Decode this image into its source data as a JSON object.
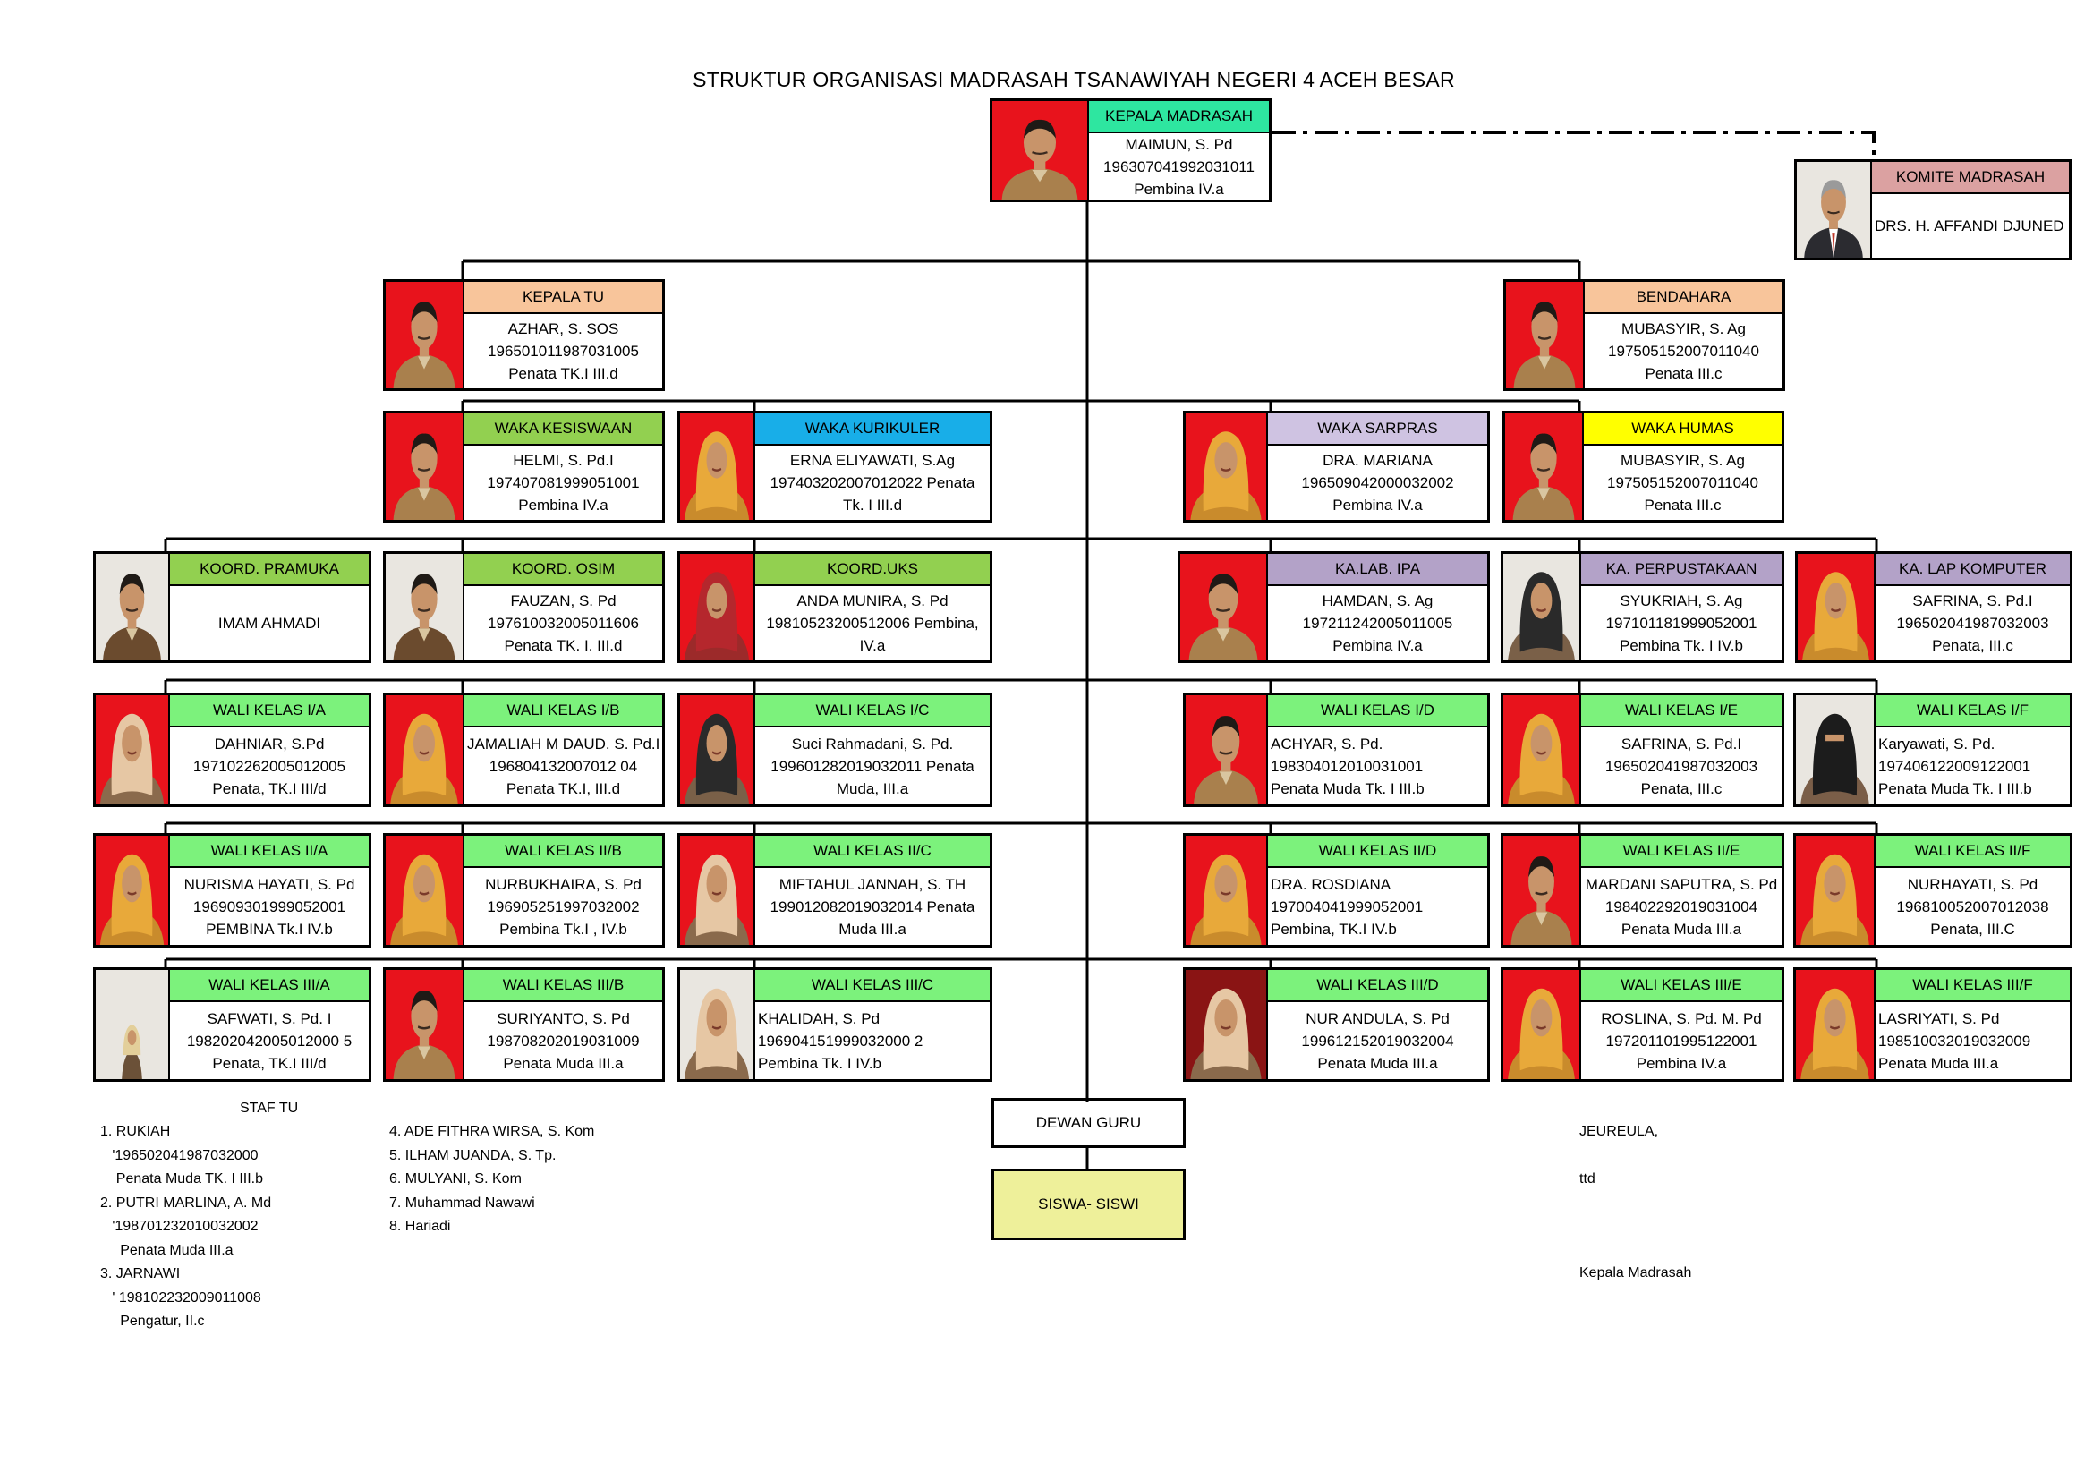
{
  "title": "STRUKTUR ORGANISASI MADRASAH TSANAWIYAH NEGERI 4 ACEH BESAR",
  "colors": {
    "kepala": "#2ee6a0",
    "komite": "#dba1a1",
    "tu": "#f8c59b",
    "kesiswaan": "#92d050",
    "kurikuler": "#18aee8",
    "sarpras": "#cfc3e2",
    "humas": "#ffff00",
    "koord": "#92d050",
    "lab": "#b3a2c8",
    "wali": "#7cf27c",
    "siswa": "#eef09a",
    "photo_red": "#e8131c",
    "photo_white": "#e9e6e0"
  },
  "boxes": [
    {
      "id": "kepala",
      "title": "KEPALA MADRASAH",
      "lines": [
        "MAIMUN, S. Pd",
        "196307041992031011",
        "Pembina IV.a"
      ],
      "color": "kepala",
      "photo": "red",
      "figure": "man-khaki"
    },
    {
      "id": "komite",
      "title": "KOMITE MADRASAH",
      "lines": [
        "DRS. H. AFFANDI DJUNED"
      ],
      "color": "komite",
      "photo": "white",
      "figure": "man-suit",
      "align": "left"
    },
    {
      "id": "tu",
      "title": "KEPALA TU",
      "lines": [
        "AZHAR, S. SOS",
        "196501011987031005",
        "Penata TK.I III.d"
      ],
      "color": "tu",
      "photo": "red",
      "figure": "man-khaki"
    },
    {
      "id": "bendahara",
      "title": "BENDAHARA",
      "lines": [
        "MUBASYIR, S. Ag",
        "197505152007011040",
        "Penata  III.c"
      ],
      "color": "tu",
      "photo": "red",
      "figure": "man-khaki"
    },
    {
      "id": "kesiswaan",
      "title": "WAKA KESISWAAN",
      "lines": [
        "HELMI, S. Pd.I",
        "197407081999051001",
        "Pembina IV.a"
      ],
      "color": "kesiswaan",
      "photo": "red",
      "figure": "man-khaki"
    },
    {
      "id": "kurikuler",
      "title": "WAKA KURIKULER",
      "lines": [
        "ERNA ELIYAWATI, S.Ag",
        "197403202007012022 Penata",
        "Tk. I III.d"
      ],
      "color": "kurikuler",
      "photo": "red",
      "figure": "woman-orange"
    },
    {
      "id": "sarpras",
      "title": "WAKA SARPRAS",
      "lines": [
        "DRA. MARIANA",
        "196509042000032002",
        "Pembina IV.a"
      ],
      "color": "sarpras",
      "photo": "red",
      "figure": "woman-orange"
    },
    {
      "id": "humas",
      "title": "WAKA HUMAS",
      "lines": [
        "MUBASYIR, S. Ag",
        "197505152007011040",
        "Penata III.c"
      ],
      "color": "humas",
      "photo": "red",
      "figure": "man-khaki"
    },
    {
      "id": "pramuka",
      "title": "KOORD. PRAMUKA",
      "lines": [
        "IMAM AHMADI"
      ],
      "color": "koord",
      "photo": "white",
      "figure": "man-brown"
    },
    {
      "id": "osim",
      "title": "KOORD. OSIM",
      "lines": [
        "FAUZAN, S. Pd",
        "197610032005011606",
        "Penata TK. I. III.d"
      ],
      "color": "koord",
      "photo": "white",
      "figure": "man-brown"
    },
    {
      "id": "uks",
      "title": "KOORD.UKS",
      "lines": [
        "ANDA MUNIRA, S. Pd",
        "19810523200512006 Pembina,",
        "IV.a"
      ],
      "color": "koord",
      "photo": "red",
      "figure": "woman-red"
    },
    {
      "id": "ipa",
      "title": "KA.LAB. IPA",
      "lines": [
        "HAMDAN, S. Ag",
        "197211242005011005",
        "Pembina IV.a"
      ],
      "color": "lab",
      "photo": "red",
      "figure": "man-khaki"
    },
    {
      "id": "perpus",
      "title": "KA. PERPUSTAKAAN",
      "lines": [
        "SYUKRIAH, S. Ag",
        "197101181999052001",
        "Pembina Tk. I IV.b"
      ],
      "color": "lab",
      "photo": "white",
      "figure": "woman-black"
    },
    {
      "id": "komputer",
      "title": "KA. LAP KOMPUTER",
      "lines": [
        "SAFRINA, S. Pd.I",
        "196502041987032003",
        "Penata, III.c"
      ],
      "color": "lab",
      "photo": "red",
      "figure": "woman-orange"
    },
    {
      "id": "w1a",
      "title": "WALI KELAS I/A",
      "lines": [
        "DAHNIAR, S.Pd",
        "197102262005012005",
        "Penata, TK.I III/d"
      ],
      "color": "wali",
      "photo": "red",
      "figure": "woman-beige"
    },
    {
      "id": "w1b",
      "title": "WALI KELAS I/B",
      "lines": [
        "JAMALIAH M DAUD. S. Pd.I",
        "196804132007012 04",
        "Penata TK.I, III.d"
      ],
      "color": "wali",
      "photo": "red",
      "figure": "woman-orange"
    },
    {
      "id": "w1c",
      "title": "WALI KELAS I/C",
      "lines": [
        "Suci Rahmadani, S. Pd.",
        "199601282019032011    Penata",
        "Muda, III.a"
      ],
      "color": "wali",
      "photo": "red",
      "figure": "woman-black"
    },
    {
      "id": "w1d",
      "title": "WALI KELAS I/D",
      "lines": [
        "ACHYAR, S. Pd.",
        "198304012010031001",
        "Penata Muda Tk. I III.b"
      ],
      "color": "wali",
      "photo": "red",
      "figure": "man-khaki",
      "align": "left"
    },
    {
      "id": "w1e",
      "title": "WALI KELAS I/E",
      "lines": [
        "SAFRINA, S. Pd.I",
        "196502041987032003",
        "Penata, III.c"
      ],
      "color": "wali",
      "photo": "red",
      "figure": "woman-orange"
    },
    {
      "id": "w1f",
      "title": "WALI KELAS I/F",
      "lines": [
        "Karyawati, S. Pd.",
        "197406122009122001",
        "Penata Muda Tk. I III.b"
      ],
      "color": "wali",
      "photo": "white",
      "figure": "woman-niqab",
      "align": "left"
    },
    {
      "id": "w2a",
      "title": "WALI KELAS II/A",
      "lines": [
        "NURISMA HAYATI, S. Pd",
        "196909301999052001",
        "PEMBINA Tk.I  IV.b"
      ],
      "color": "wali",
      "photo": "red",
      "figure": "woman-orange"
    },
    {
      "id": "w2b",
      "title": "WALI KELAS II/B",
      "lines": [
        "NURBUKHAIRA, S. Pd",
        "196905251997032002",
        "Pembina Tk.I , IV.b"
      ],
      "color": "wali",
      "photo": "red",
      "figure": "woman-orange"
    },
    {
      "id": "w2c",
      "title": "WALI KELAS II/C",
      "lines": [
        "MIFTAHUL JANNAH, S. TH",
        "199012082019032014  Penata",
        "Muda III.a"
      ],
      "color": "wali",
      "photo": "red",
      "figure": "woman-beige"
    },
    {
      "id": "w2d",
      "title": "WALI KELAS II/D",
      "lines": [
        "DRA. ROSDIANA",
        "197004041999052001",
        "Pembina, TK.I IV.b"
      ],
      "color": "wali",
      "photo": "red",
      "figure": "woman-orange",
      "align": "left"
    },
    {
      "id": "w2e",
      "title": "WALI KELAS II/E",
      "lines": [
        "MARDANI SAPUTRA, S. Pd",
        "198402292019031004",
        "Penata Muda III.a"
      ],
      "color": "wali",
      "photo": "red",
      "figure": "man-khaki"
    },
    {
      "id": "w2f",
      "title": "WALI KELAS II/F",
      "lines": [
        "NURHAYATI, S. Pd",
        "196810052007012038",
        "Penata, III.C"
      ],
      "color": "wali",
      "photo": "red",
      "figure": "woman-orange"
    },
    {
      "id": "w3a",
      "title": "WALI KELAS III/A",
      "lines": [
        "SAFWATI, S. Pd. I",
        "198202042005012000 5",
        "Penata, TK.I III/d"
      ],
      "color": "wali",
      "photo": "white",
      "figure": "woman-small"
    },
    {
      "id": "w3b",
      "title": "WALI KELAS III/B",
      "lines": [
        "SURIYANTO, S. Pd",
        "198708202019031009",
        "Penata Muda III.a"
      ],
      "color": "wali",
      "photo": "red",
      "figure": "man-khaki"
    },
    {
      "id": "w3c",
      "title": "WALI KELAS III/C",
      "lines": [
        "KHALIDAH, S. Pd",
        "196904151999032000 2",
        "Pembina Tk. I IV.b"
      ],
      "color": "wali",
      "photo": "white",
      "figure": "woman-beige",
      "align": "left"
    },
    {
      "id": "w3d",
      "title": "WALI KELAS III/D",
      "lines": [
        "NUR ANDULA, S. Pd",
        "199612152019032004",
        "Penata Muda III.a"
      ],
      "color": "wali",
      "photo": "maroon",
      "figure": "woman-beige"
    },
    {
      "id": "w3e",
      "title": "WALI KELAS III/E",
      "lines": [
        "ROSLINA, S. Pd. M. Pd",
        "197201101995122001",
        "Pembina IV.a"
      ],
      "color": "wali",
      "photo": "red",
      "figure": "woman-orange"
    },
    {
      "id": "w3f",
      "title": "WALI KELAS III/F",
      "lines": [
        "LASRIYATI, S. Pd",
        "198510032019032009",
        "Penata Muda III.a"
      ],
      "color": "wali",
      "photo": "red",
      "figure": "woman-orange",
      "align": "left"
    }
  ],
  "staff": {
    "heading": "STAF TU",
    "col1": [
      "1. RUKIAH",
      "   '196502041987032000",
      "    Penata Muda TK. I III.b",
      "2. PUTRI MARLINA, A. Md",
      "   '198701232010032002",
      "     Penata Muda III.a",
      "3. JARNAWI",
      "   ' 198102232009011008",
      "     Pengatur, II.c"
    ],
    "col2": [
      "4. ADE FITHRA WIRSA, S. Kom",
      "5. ILHAM JUANDA, S. Tp.",
      "6. MULYANI, S. Kom",
      "7. Muhammad Nawawi",
      "8. Hariadi"
    ]
  },
  "dewan_guru": "DEWAN GURU",
  "siswa": "SISWA- SISWI",
  "signature": {
    "place": "JEUREULA,",
    "ttd": "ttd",
    "role": "Kepala Madrasah"
  }
}
